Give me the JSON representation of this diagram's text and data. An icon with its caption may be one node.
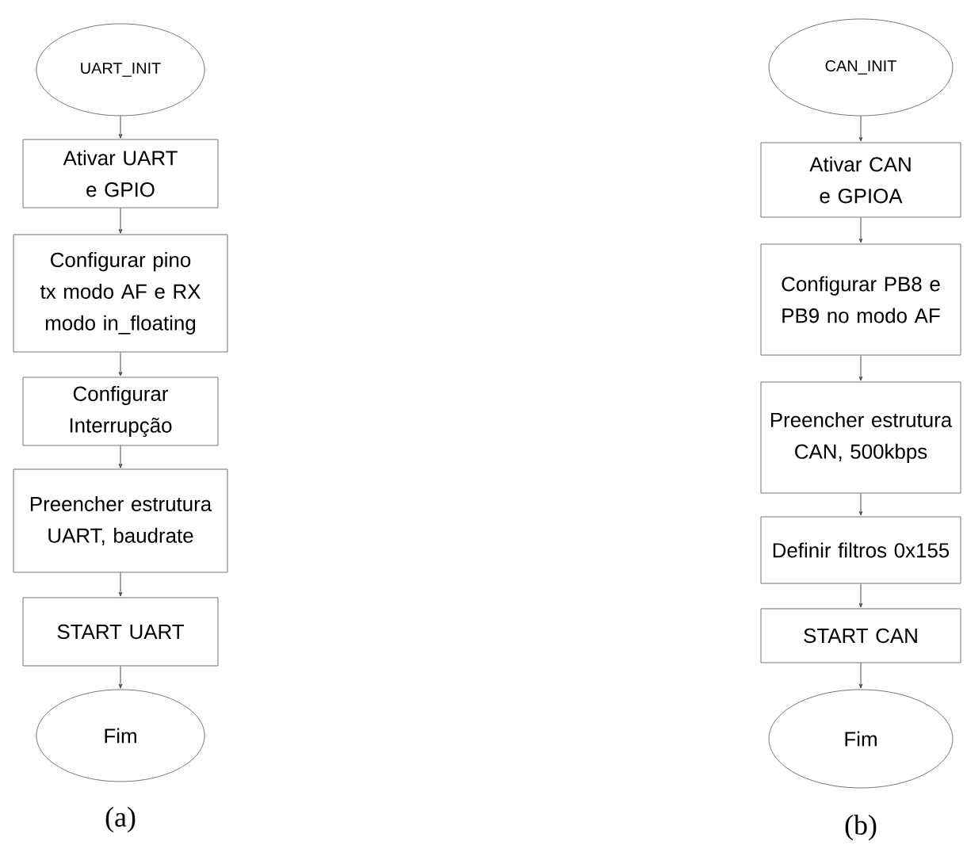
{
  "diagram": {
    "nodes": [
      {
        "text": [
          "UART_INIT"
        ]
      },
      {
        "text": [
          "Ativar UART e GPIO"
        ]
      },
      {
        "text": [
          "Configurar pino tx modo AF e RX modo in_floating"
        ]
      },
      {
        "text": [
          "Configurar Interrupção"
        ]
      },
      {
        "text": [
          "Preencher estrutura UART, baudrate"
        ]
      },
      {
        "text": [
          "START UART"
        ]
      },
      {
        "text": [
          "Fim"
        ]
      },
      {
        "text": [
          "CAN_INIT"
        ]
      },
      {
        "text": [
          "Ativar CAN e GPIOA"
        ]
      },
      {
        "text": [
          "Configurar PB8 e PB9 no modo AF"
        ]
      },
      {
        "text": [
          "Preencher estrutura CAN, 500kbps"
        ]
      },
      {
        "text": [
          "Definir filtros 0x155"
        ]
      },
      {
        "text": [
          "START CAN"
        ]
      },
      {
        "text": [
          "Fim"
        ]
      }
    ],
    "edges": [
      {
        "from": 0,
        "to": 1,
        "arrow": "to"
      },
      {
        "from": 1,
        "to": 2,
        "arrow": "to"
      },
      {
        "from": 2,
        "to": 3,
        "arrow": "to"
      },
      {
        "from": 3,
        "to": 4,
        "arrow": "to"
      },
      {
        "from": 4,
        "to": 5,
        "arrow": "to"
      },
      {
        "from": 5,
        "to": 6,
        "arrow": "to"
      },
      {
        "from": 7,
        "to": 8,
        "arrow": "to"
      },
      {
        "from": 8,
        "to": 9,
        "arrow": "to"
      },
      {
        "from": 9,
        "to": 10,
        "arrow": "to"
      },
      {
        "from": 10,
        "to": 11,
        "arrow": "to"
      },
      {
        "from": 11,
        "to": 12,
        "arrow": "to"
      },
      {
        "from": 12,
        "to": 13,
        "arrow": "to"
      }
    ],
    "labels": [
      "(a)",
      "(b)"
    ]
  }
}
